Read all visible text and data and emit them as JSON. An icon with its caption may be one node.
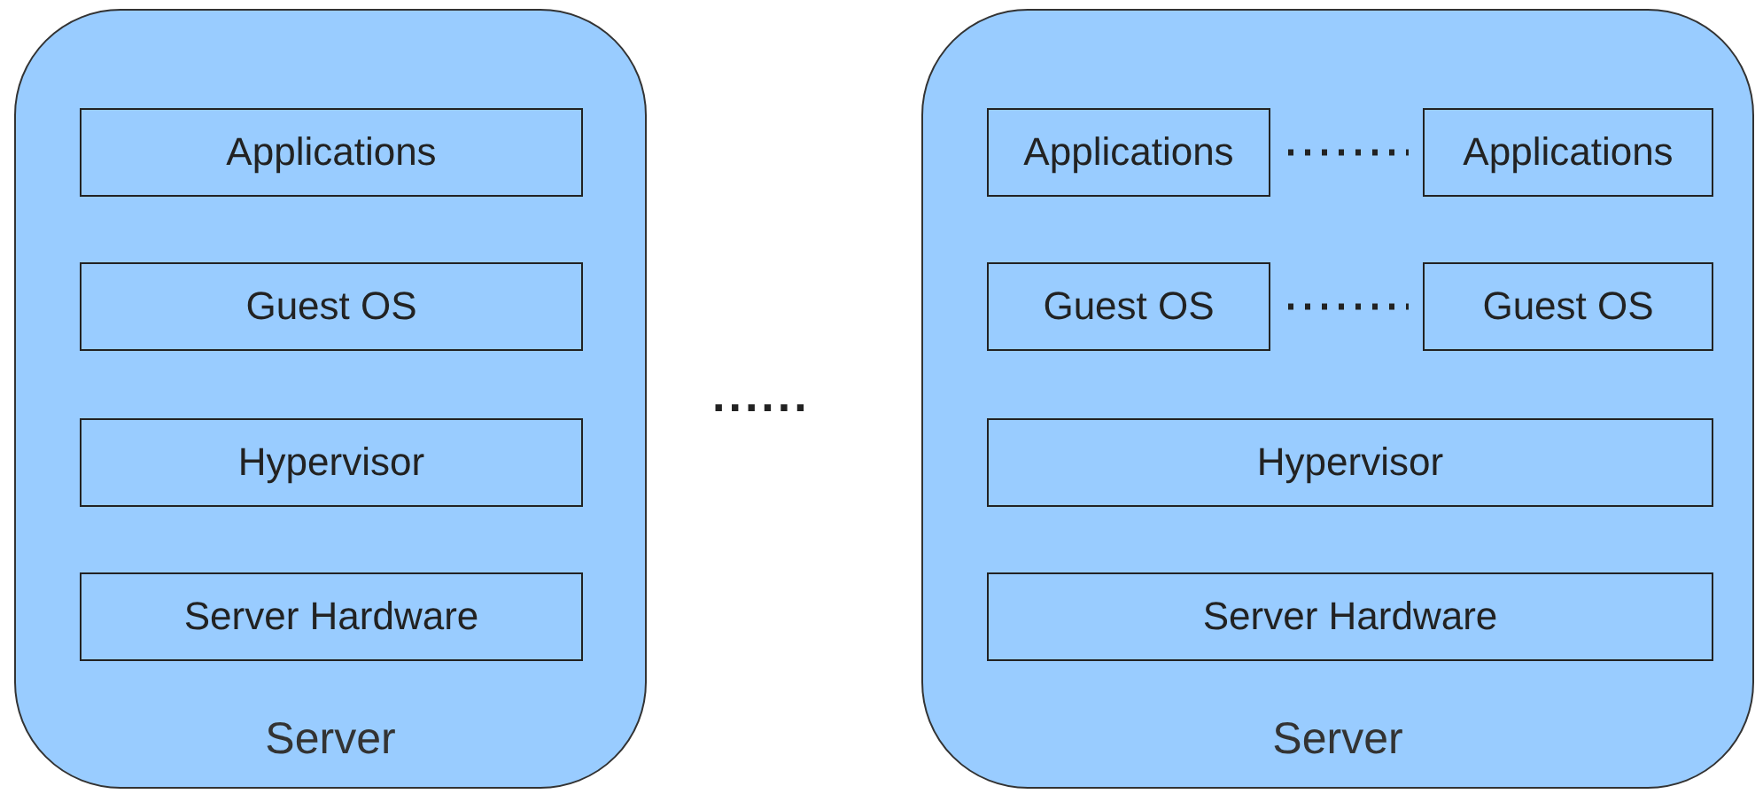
{
  "diagram": {
    "nodes": [
      {
        "text": [
          "Server"
        ]
      },
      {
        "text": [
          "Applications"
        ],
        "in": 0
      },
      {
        "text": [
          "Guest OS"
        ],
        "in": 0
      },
      {
        "text": [
          "Hypervisor"
        ],
        "in": 0
      },
      {
        "text": [
          "Server Hardware"
        ],
        "in": 0
      },
      {
        "text": [
          "Server"
        ]
      },
      {
        "text": [
          "Applications"
        ],
        "in": 5
      },
      {
        "text": [
          "Applications"
        ],
        "in": 5
      },
      {
        "text": [
          "Guest OS"
        ],
        "in": 5
      },
      {
        "text": [
          "Guest OS"
        ],
        "in": 5
      },
      {
        "text": [
          "Hypervisor"
        ],
        "in": 5
      },
      {
        "text": [
          "Server Hardware"
        ],
        "in": 5
      }
    ],
    "edges": [
      {
        "from": 6,
        "to": 7,
        "arrow": "none",
        "style": "dashed"
      },
      {
        "from": 8,
        "to": 9,
        "arrow": "none",
        "style": "dashed"
      }
    ],
    "labels": [
      "......"
    ]
  }
}
